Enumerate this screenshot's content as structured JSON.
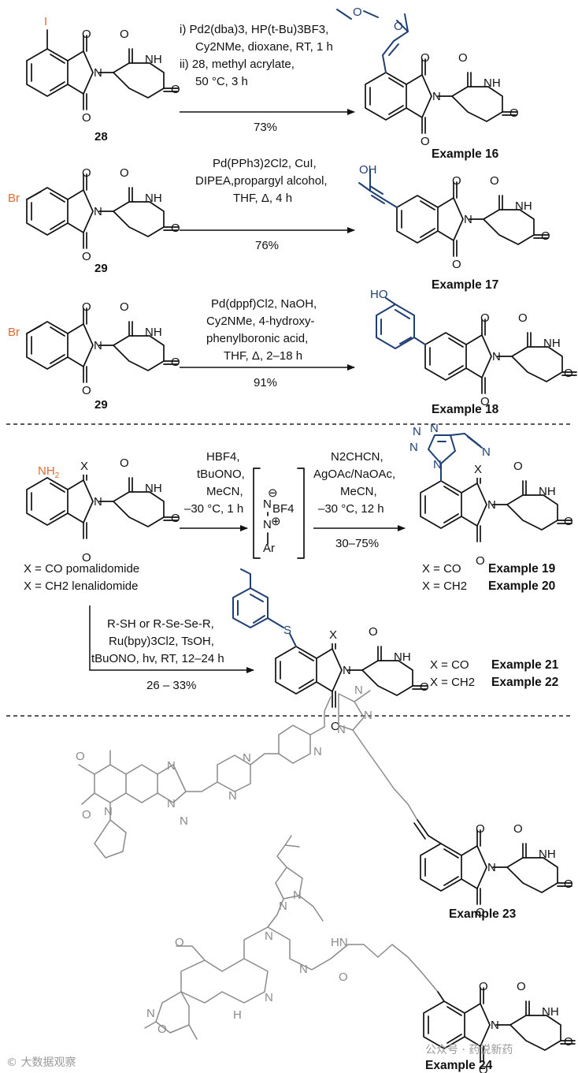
{
  "reactions": [
    {
      "id": "r16",
      "start_label": "28",
      "start_sub": "I",
      "conditions": [
        "i) Pd2(dba)3, HP(t-Bu)3BF3,",
        "Cy2NMe, dioxane, RT, 1 h",
        "ii) 28, methyl acrylate,",
        "50 °C, 3 h"
      ],
      "yield": "73%",
      "product": "Example 16"
    },
    {
      "id": "r17",
      "start_label": "29",
      "start_sub": "Br",
      "conditions": [
        "Pd(PPh3)2Cl2, CuI,",
        "DIPEA,propargyl alcohol,",
        "THF, Δ, 4 h"
      ],
      "yield": "76%",
      "product": "Example 17",
      "product_sub": "OH"
    },
    {
      "id": "r18",
      "start_label": "29",
      "start_sub": "Br",
      "conditions": [
        "Pd(dppf)Cl2, NaOH,",
        "Cy2NMe, 4-hydroxy-",
        "phenylboronic acid,",
        "THF, Δ, 2–18 h"
      ],
      "yield": "91%",
      "product": "Example 18",
      "product_sub": "HO"
    }
  ],
  "diazo": {
    "start_sub": "NH2",
    "start_x": "X",
    "x_defs": [
      "X = CO   pomalidomide",
      "X = CH2  lenalidomide"
    ],
    "cond1": [
      "HBF4,",
      "tBuONO,",
      "MeCN,",
      "–30 °C, 1 h"
    ],
    "intermediate": {
      "anion": "⊖",
      "bf4": "BF4",
      "n1": "N",
      "n2": "N",
      "plus": "⊕",
      "ar": "Ar"
    },
    "cond2": [
      "N2CHCN,",
      "AgOAc/NaOAc,",
      "MeCN,",
      "–30 °C, 12 h"
    ],
    "yield2": "30–75%",
    "products": [
      {
        "x": "X = CO",
        "example": "Example 19"
      },
      {
        "x": "X = CH2",
        "example": "Example 20"
      }
    ],
    "cond3": [
      "R-SH or R-Se-Se-R,",
      "Ru(bpy)3Cl2, TsOH,",
      "tBuONO, hv, RT, 12–24 h"
    ],
    "yield3": "26 – 33%",
    "products2": [
      {
        "x": "X = CO",
        "example": "Example 21"
      },
      {
        "x": "X = CH2",
        "example": "Example 22"
      }
    ],
    "s_atom": "S"
  },
  "degraders": [
    {
      "example": "Example 23"
    },
    {
      "example": "Example 24"
    }
  ],
  "watermark": {
    "left": "© 大数据观察",
    "right": "公众号 · 药说新药"
  }
}
